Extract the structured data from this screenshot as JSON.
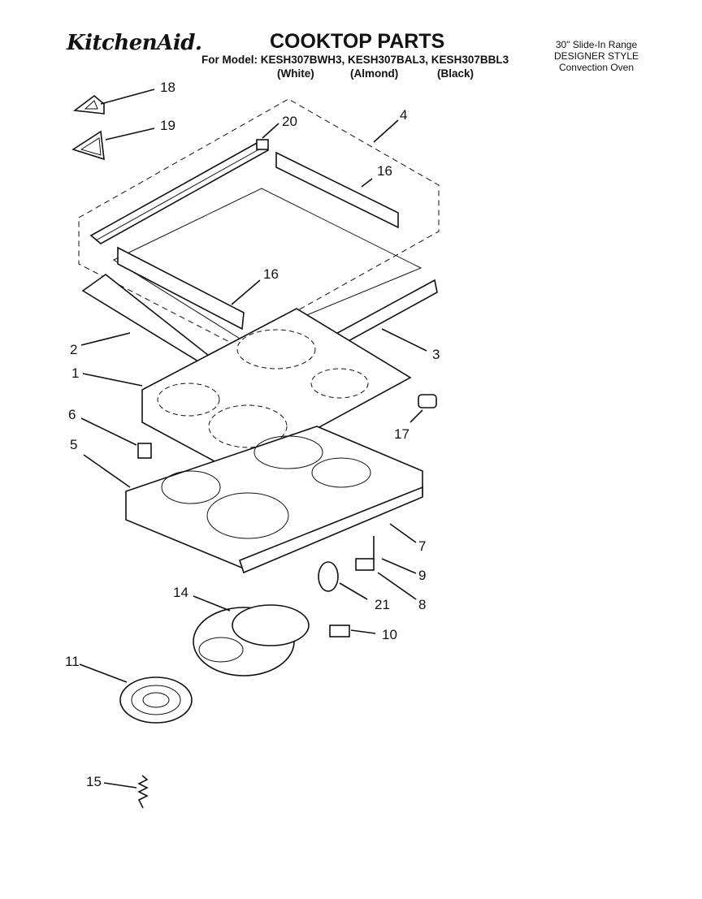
{
  "header": {
    "brand": "KitchenAid.",
    "title": "COOKTOP PARTS",
    "for_model": "For Model: KESH307BWH3, KESH307BAL3, KESH307BBL3",
    "variants": [
      "(White)",
      "(Almond)",
      "(Black)"
    ],
    "product_line1": "30\" Slide-In Range",
    "product_line2": "DESIGNER STYLE",
    "product_line3": "Convection Oven"
  },
  "callouts": [
    "18",
    "19",
    "20",
    "4",
    "16",
    "16",
    "2",
    "3",
    "1",
    "6",
    "17",
    "5",
    "7",
    "9",
    "21",
    "8",
    "14",
    "10",
    "11",
    "15"
  ]
}
